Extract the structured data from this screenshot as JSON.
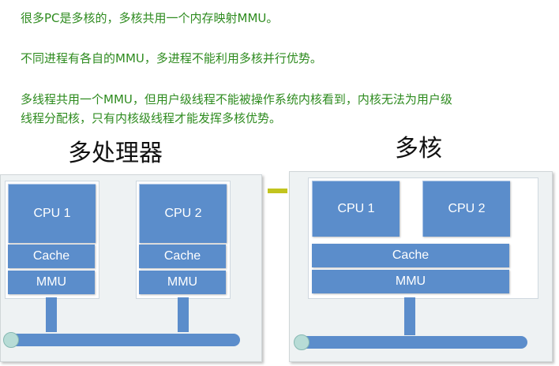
{
  "notes": [
    "很多PC是多核的，多核共用一个内存映射MMU。",
    "不同进程有各自的MMU，多进程不能利用多核并行优势。",
    "多线程共用一个MMU，但用户级线程不能被操作系统内核看到，内核无法为用户级",
    "线程分配核，只有内核级线程才能发挥多核优势。"
  ],
  "multiprocessor": {
    "title": "多处理器",
    "cpu1": "CPU 1",
    "cpu2": "CPU 2",
    "cache1": "Cache",
    "cache2": "Cache",
    "mmu1": "MMU",
    "mmu2": "MMU"
  },
  "multicore": {
    "title": "多核",
    "cpu1": "CPU 1",
    "cpu2": "CPU 2",
    "cache": "Cache",
    "mmu": "MMU"
  },
  "colors": {
    "note_text": "#2e8b1f",
    "box_fill": "#5b8dcb",
    "panel_fill": "#eef2f3",
    "divider": "#c2c41e"
  }
}
